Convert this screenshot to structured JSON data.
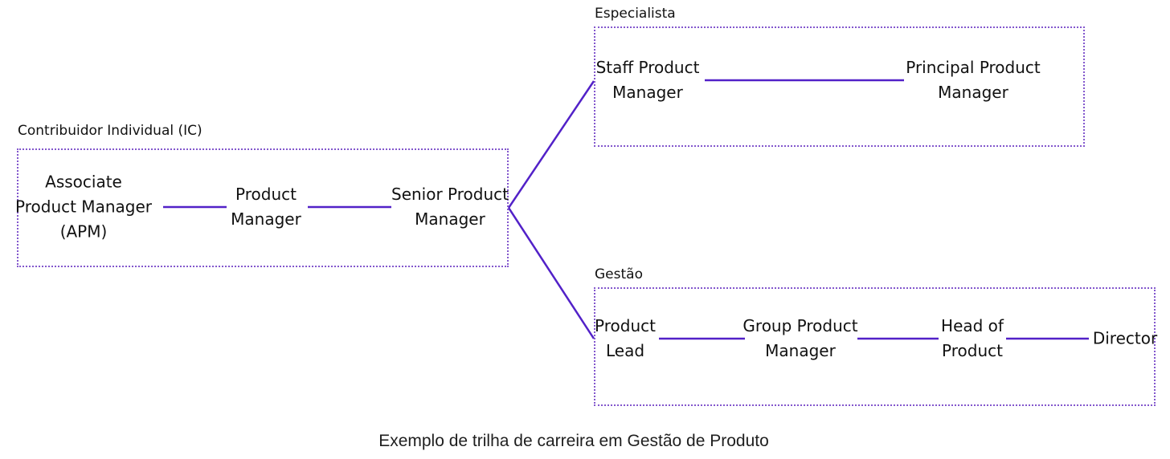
{
  "diagram": {
    "caption": "Exemplo de trilha de carreira em Gestão de Produto",
    "colors": {
      "line": "#5221c8",
      "box_border": "#8357cd",
      "text": "#111111",
      "caption": "#1f1f1f"
    },
    "groups": [
      {
        "id": "ic",
        "title": "Contribuidor Individual (IC)",
        "nodes": [
          {
            "label": "Associate\nProduct Manager\n(APM)"
          },
          {
            "label": "Product\nManager"
          },
          {
            "label": "Senior Product\nManager"
          }
        ]
      },
      {
        "id": "especialista",
        "title": "Especialista",
        "nodes": [
          {
            "label": "Staff Product\nManager"
          },
          {
            "label": "Principal Product\nManager"
          }
        ]
      },
      {
        "id": "gestao",
        "title": "Gestão",
        "nodes": [
          {
            "label": "Product\nLead"
          },
          {
            "label": "Group Product\nManager"
          },
          {
            "label": "Head of\nProduct"
          },
          {
            "label": "Director"
          }
        ]
      }
    ],
    "edges": [
      {
        "from": "Associate Product Manager (APM)",
        "to": "Product Manager"
      },
      {
        "from": "Product Manager",
        "to": "Senior Product Manager"
      },
      {
        "from": "Senior Product Manager",
        "to": "Staff Product Manager"
      },
      {
        "from": "Senior Product Manager",
        "to": "Product Lead"
      },
      {
        "from": "Staff Product Manager",
        "to": "Principal Product Manager"
      },
      {
        "from": "Product Lead",
        "to": "Group Product Manager"
      },
      {
        "from": "Group Product Manager",
        "to": "Head of Product"
      },
      {
        "from": "Head of Product",
        "to": "Director"
      }
    ]
  }
}
